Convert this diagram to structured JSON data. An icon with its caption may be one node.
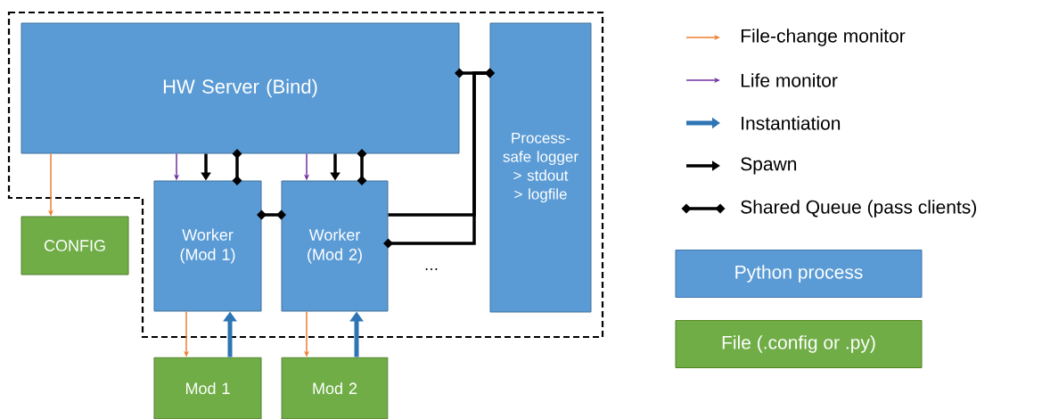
{
  "diagram": {
    "nodes": [
      {
        "text": [
          "HW Server (Bind)"
        ]
      },
      {
        "text": [
          "Process-safe logger",
          "> stdout",
          "> logfile"
        ]
      },
      {
        "text": [
          "CONFIG"
        ]
      },
      {
        "text": [
          "Worker (Mod 1)"
        ]
      },
      {
        "text": [
          "Worker (Mod 2)"
        ]
      },
      {
        "text": [
          "Mod 1"
        ]
      },
      {
        "text": [
          "Mod 2"
        ]
      }
    ],
    "edges": [
      {
        "from": 0,
        "to": 2,
        "arrow": "to",
        "color": "#ed7d31"
      },
      {
        "from": 0,
        "to": 3,
        "arrow": "to",
        "color": "#7030a0"
      },
      {
        "from": 0,
        "to": 3,
        "arrow": "to"
      },
      {
        "from": 0,
        "to": 3,
        "arrow": "other"
      },
      {
        "from": 0,
        "to": 4,
        "arrow": "to",
        "color": "#7030a0"
      },
      {
        "from": 0,
        "to": 4,
        "arrow": "to"
      },
      {
        "from": 0,
        "to": 4,
        "arrow": "other"
      },
      {
        "from": 0,
        "to": 1,
        "arrow": "other"
      },
      {
        "from": 3,
        "to": 4,
        "arrow": "other"
      },
      {
        "from": 4,
        "to": 1,
        "arrow": "none"
      },
      {
        "from": 4,
        "to": 1,
        "arrow": "other"
      },
      {
        "from": 3,
        "to": 5,
        "arrow": "to",
        "color": "#ed7d31"
      },
      {
        "from": 5,
        "to": 3,
        "arrow": "to",
        "color": "#2e75b6"
      },
      {
        "from": 4,
        "to": 6,
        "arrow": "to",
        "color": "#ed7d31"
      },
      {
        "from": 6,
        "to": 4,
        "arrow": "to",
        "color": "#2e75b6"
      }
    ],
    "labels": [
      "…"
    ],
    "legend": [
      {
        "text": "File-change monitor"
      },
      {
        "text": "Life monitor"
      },
      {
        "text": "Instantiation"
      },
      {
        "text": "Spawn"
      },
      {
        "text": "Shared Queue (pass clients)"
      },
      {
        "text": "Python process",
        "color": "#5b9bd5"
      },
      {
        "text": "File (.config or .py)",
        "color": "#70ad47"
      }
    ]
  }
}
